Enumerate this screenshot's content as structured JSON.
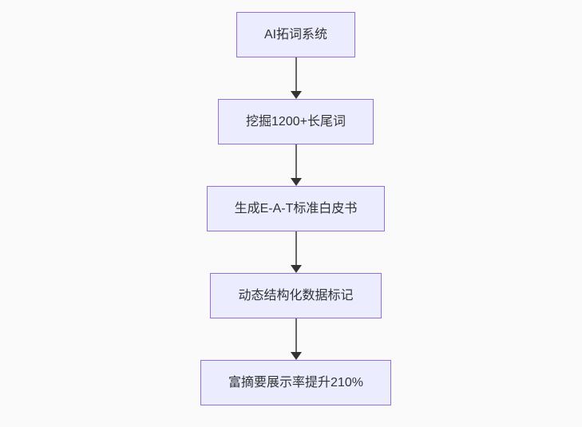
{
  "diagram": {
    "type": "flowchart-top-down",
    "background_color": "#fafafa",
    "node_fill_color": "#ECECFF",
    "node_border_color": "#9370DB",
    "node_text_color": "#333333",
    "arrow_color": "#333333",
    "nodes": [
      {
        "label": "AI拓词系统"
      },
      {
        "label": "挖掘1200+长尾词"
      },
      {
        "label": "生成E-A-T标准白皮书"
      },
      {
        "label": "动态结构化数据标记"
      },
      {
        "label": "富摘要展示率提升210%"
      }
    ],
    "edges": [
      {
        "from": 0,
        "to": 1
      },
      {
        "from": 1,
        "to": 2
      },
      {
        "from": 2,
        "to": 3
      },
      {
        "from": 3,
        "to": 4
      }
    ]
  }
}
